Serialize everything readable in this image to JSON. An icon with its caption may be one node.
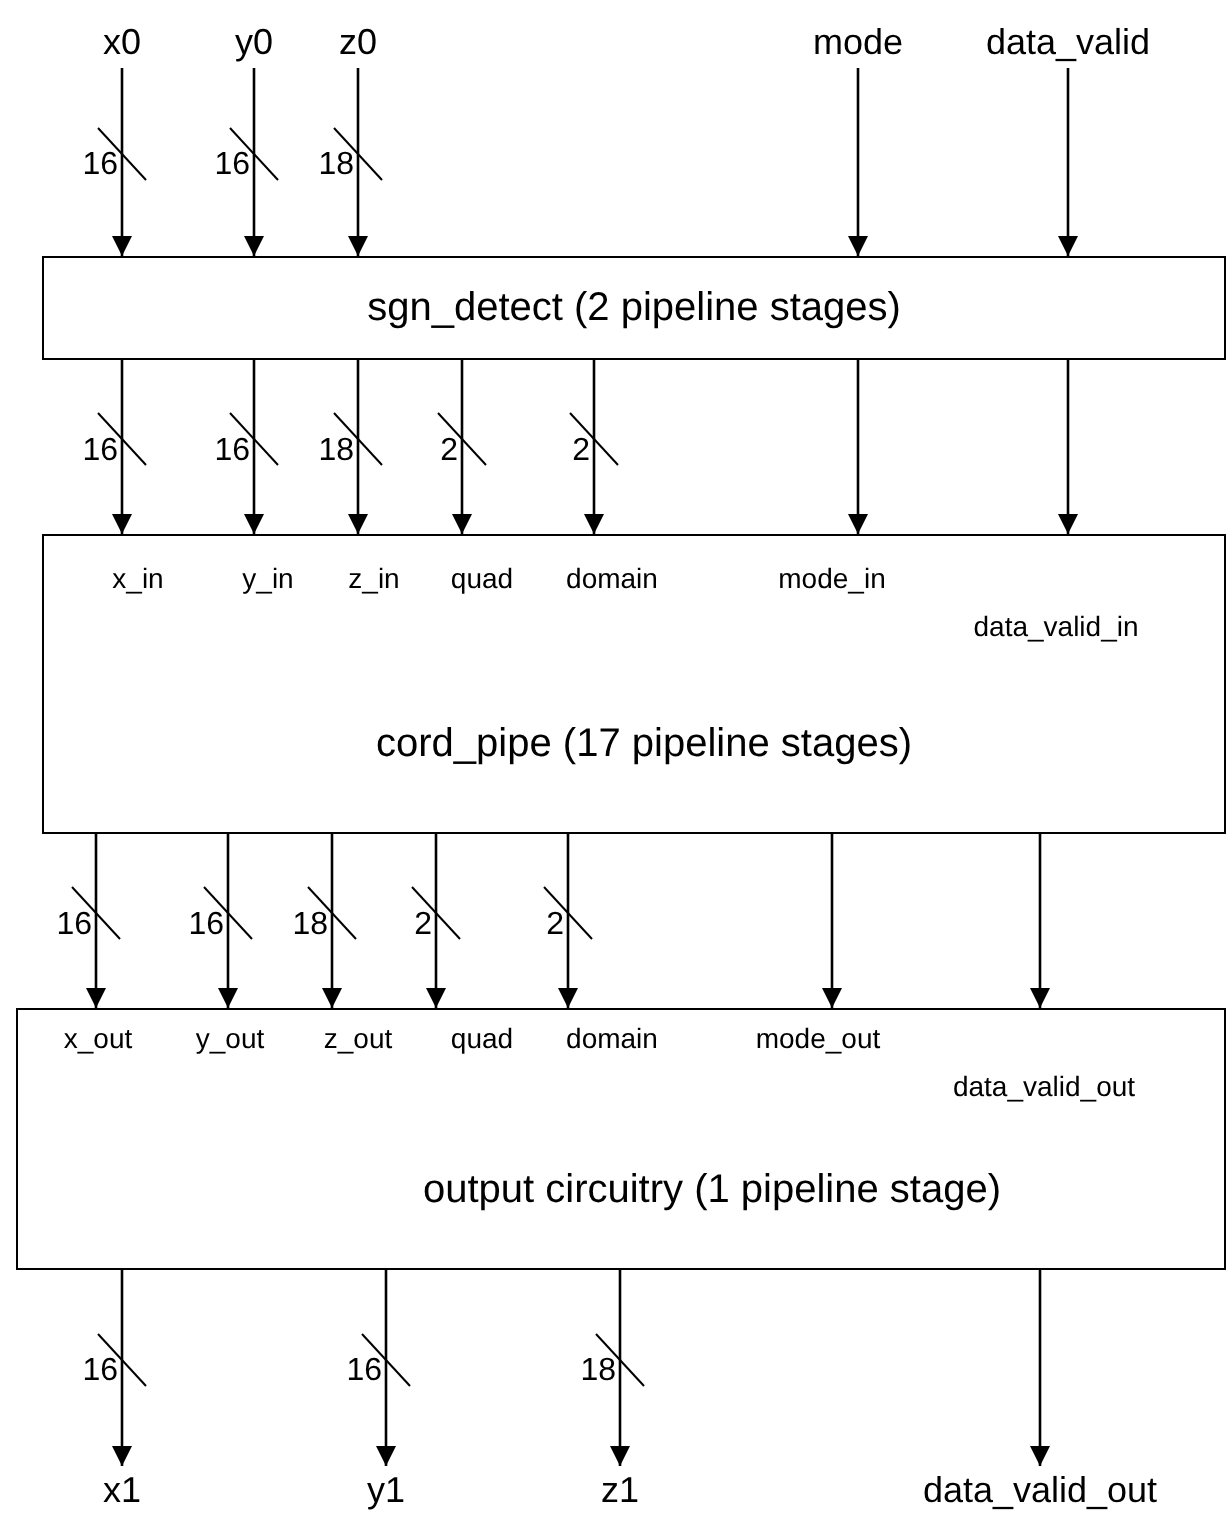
{
  "diagram": {
    "nodes": [
      {
        "text": [
          "x0"
        ]
      },
      {
        "text": [
          "y0"
        ]
      },
      {
        "text": [
          "z0"
        ]
      },
      {
        "text": [
          "mode"
        ]
      },
      {
        "text": [
          "data_valid"
        ]
      },
      {
        "text": [
          "sgn_detect (2 pipeline stages)"
        ]
      },
      {
        "text": [
          "x_in",
          "y_in",
          "z_in",
          "quad",
          "domain",
          "mode_in",
          "data_valid_in",
          "cord_pipe (17 pipeline stages)"
        ]
      },
      {
        "text": [
          "x_out",
          "y_out",
          "z_out",
          "quad",
          "domain",
          "mode_out",
          "data_valid_out",
          "output circuitry (1 pipeline stage)"
        ]
      },
      {
        "text": [
          "x1"
        ]
      },
      {
        "text": [
          "y1"
        ]
      },
      {
        "text": [
          "z1"
        ]
      },
      {
        "text": [
          "data_valid_out"
        ]
      }
    ],
    "edges": [
      {
        "from": 0,
        "to": 5,
        "arrow": "to",
        "label": "16"
      },
      {
        "from": 1,
        "to": 5,
        "arrow": "to",
        "label": "16"
      },
      {
        "from": 2,
        "to": 5,
        "arrow": "to",
        "label": "18"
      },
      {
        "from": 3,
        "to": 5,
        "arrow": "to"
      },
      {
        "from": 4,
        "to": 5,
        "arrow": "to"
      },
      {
        "from": 5,
        "to": 6,
        "arrow": "to",
        "label": "16"
      },
      {
        "from": 5,
        "to": 6,
        "arrow": "to",
        "label": "16"
      },
      {
        "from": 5,
        "to": 6,
        "arrow": "to",
        "label": "18"
      },
      {
        "from": 5,
        "to": 6,
        "arrow": "to",
        "label": "2"
      },
      {
        "from": 5,
        "to": 6,
        "arrow": "to",
        "label": "2"
      },
      {
        "from": 5,
        "to": 6,
        "arrow": "to"
      },
      {
        "from": 5,
        "to": 6,
        "arrow": "to"
      },
      {
        "from": 6,
        "to": 7,
        "arrow": "to",
        "label": "16"
      },
      {
        "from": 6,
        "to": 7,
        "arrow": "to",
        "label": "16"
      },
      {
        "from": 6,
        "to": 7,
        "arrow": "to",
        "label": "18"
      },
      {
        "from": 6,
        "to": 7,
        "arrow": "to",
        "label": "2"
      },
      {
        "from": 6,
        "to": 7,
        "arrow": "to",
        "label": "2"
      },
      {
        "from": 6,
        "to": 7,
        "arrow": "to"
      },
      {
        "from": 6,
        "to": 7,
        "arrow": "to"
      },
      {
        "from": 7,
        "to": 8,
        "arrow": "to",
        "label": "16"
      },
      {
        "from": 7,
        "to": 9,
        "arrow": "to",
        "label": "16"
      },
      {
        "from": 7,
        "to": 10,
        "arrow": "to",
        "label": "18"
      },
      {
        "from": 7,
        "to": 11,
        "arrow": "to"
      }
    ]
  }
}
